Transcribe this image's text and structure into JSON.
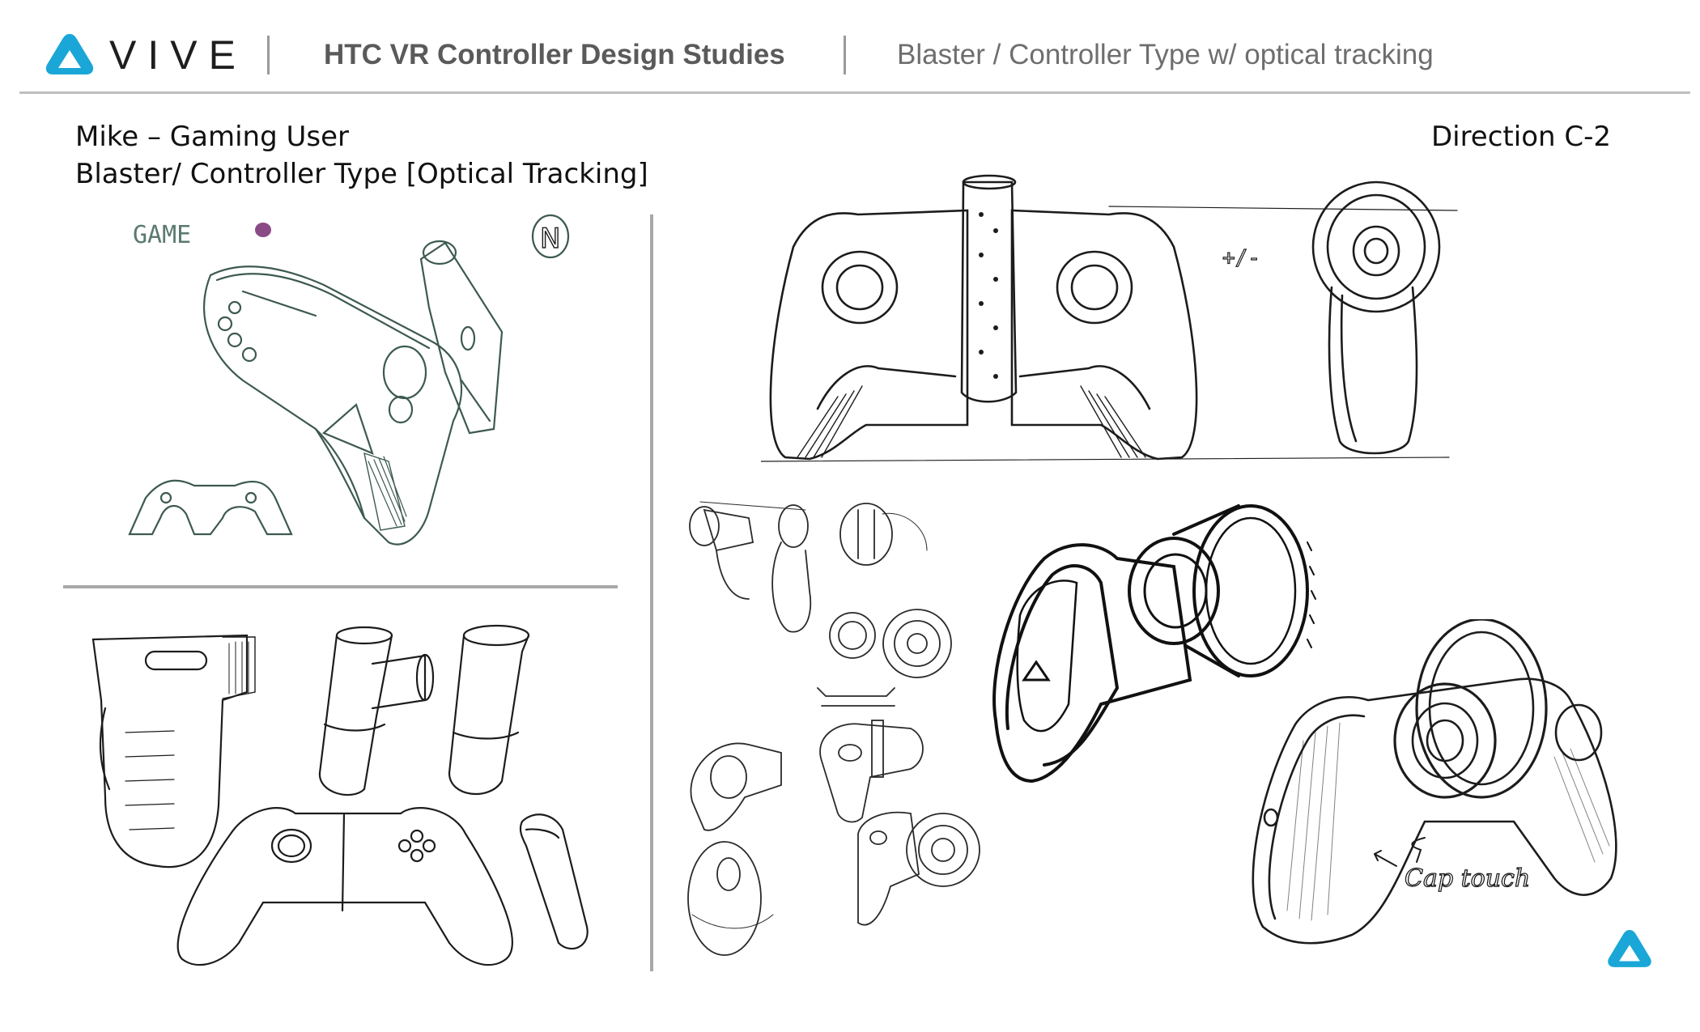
{
  "header": {
    "brand": "VIVE",
    "title": "HTC VR Controller Design Studies",
    "subtitle": "Blaster / Controller Type w/ optical tracking"
  },
  "meta": {
    "line1": "Mike – Gaming User",
    "line2": "Blaster/ Controller Type [Optical Tracking]",
    "direction": "Direction C-2"
  },
  "annotations": {
    "game_note": "GAME",
    "n_mark": "N",
    "cap_touch": "Cap touch"
  },
  "colors": {
    "vive_blue": "#1aa7d8",
    "ink": "#1c1c1c",
    "sketch_green": "#3d5a4e",
    "purple_dot": "#8a4a86"
  },
  "icons": [
    "vive-logo-icon",
    "vive-corner-logo-icon"
  ]
}
